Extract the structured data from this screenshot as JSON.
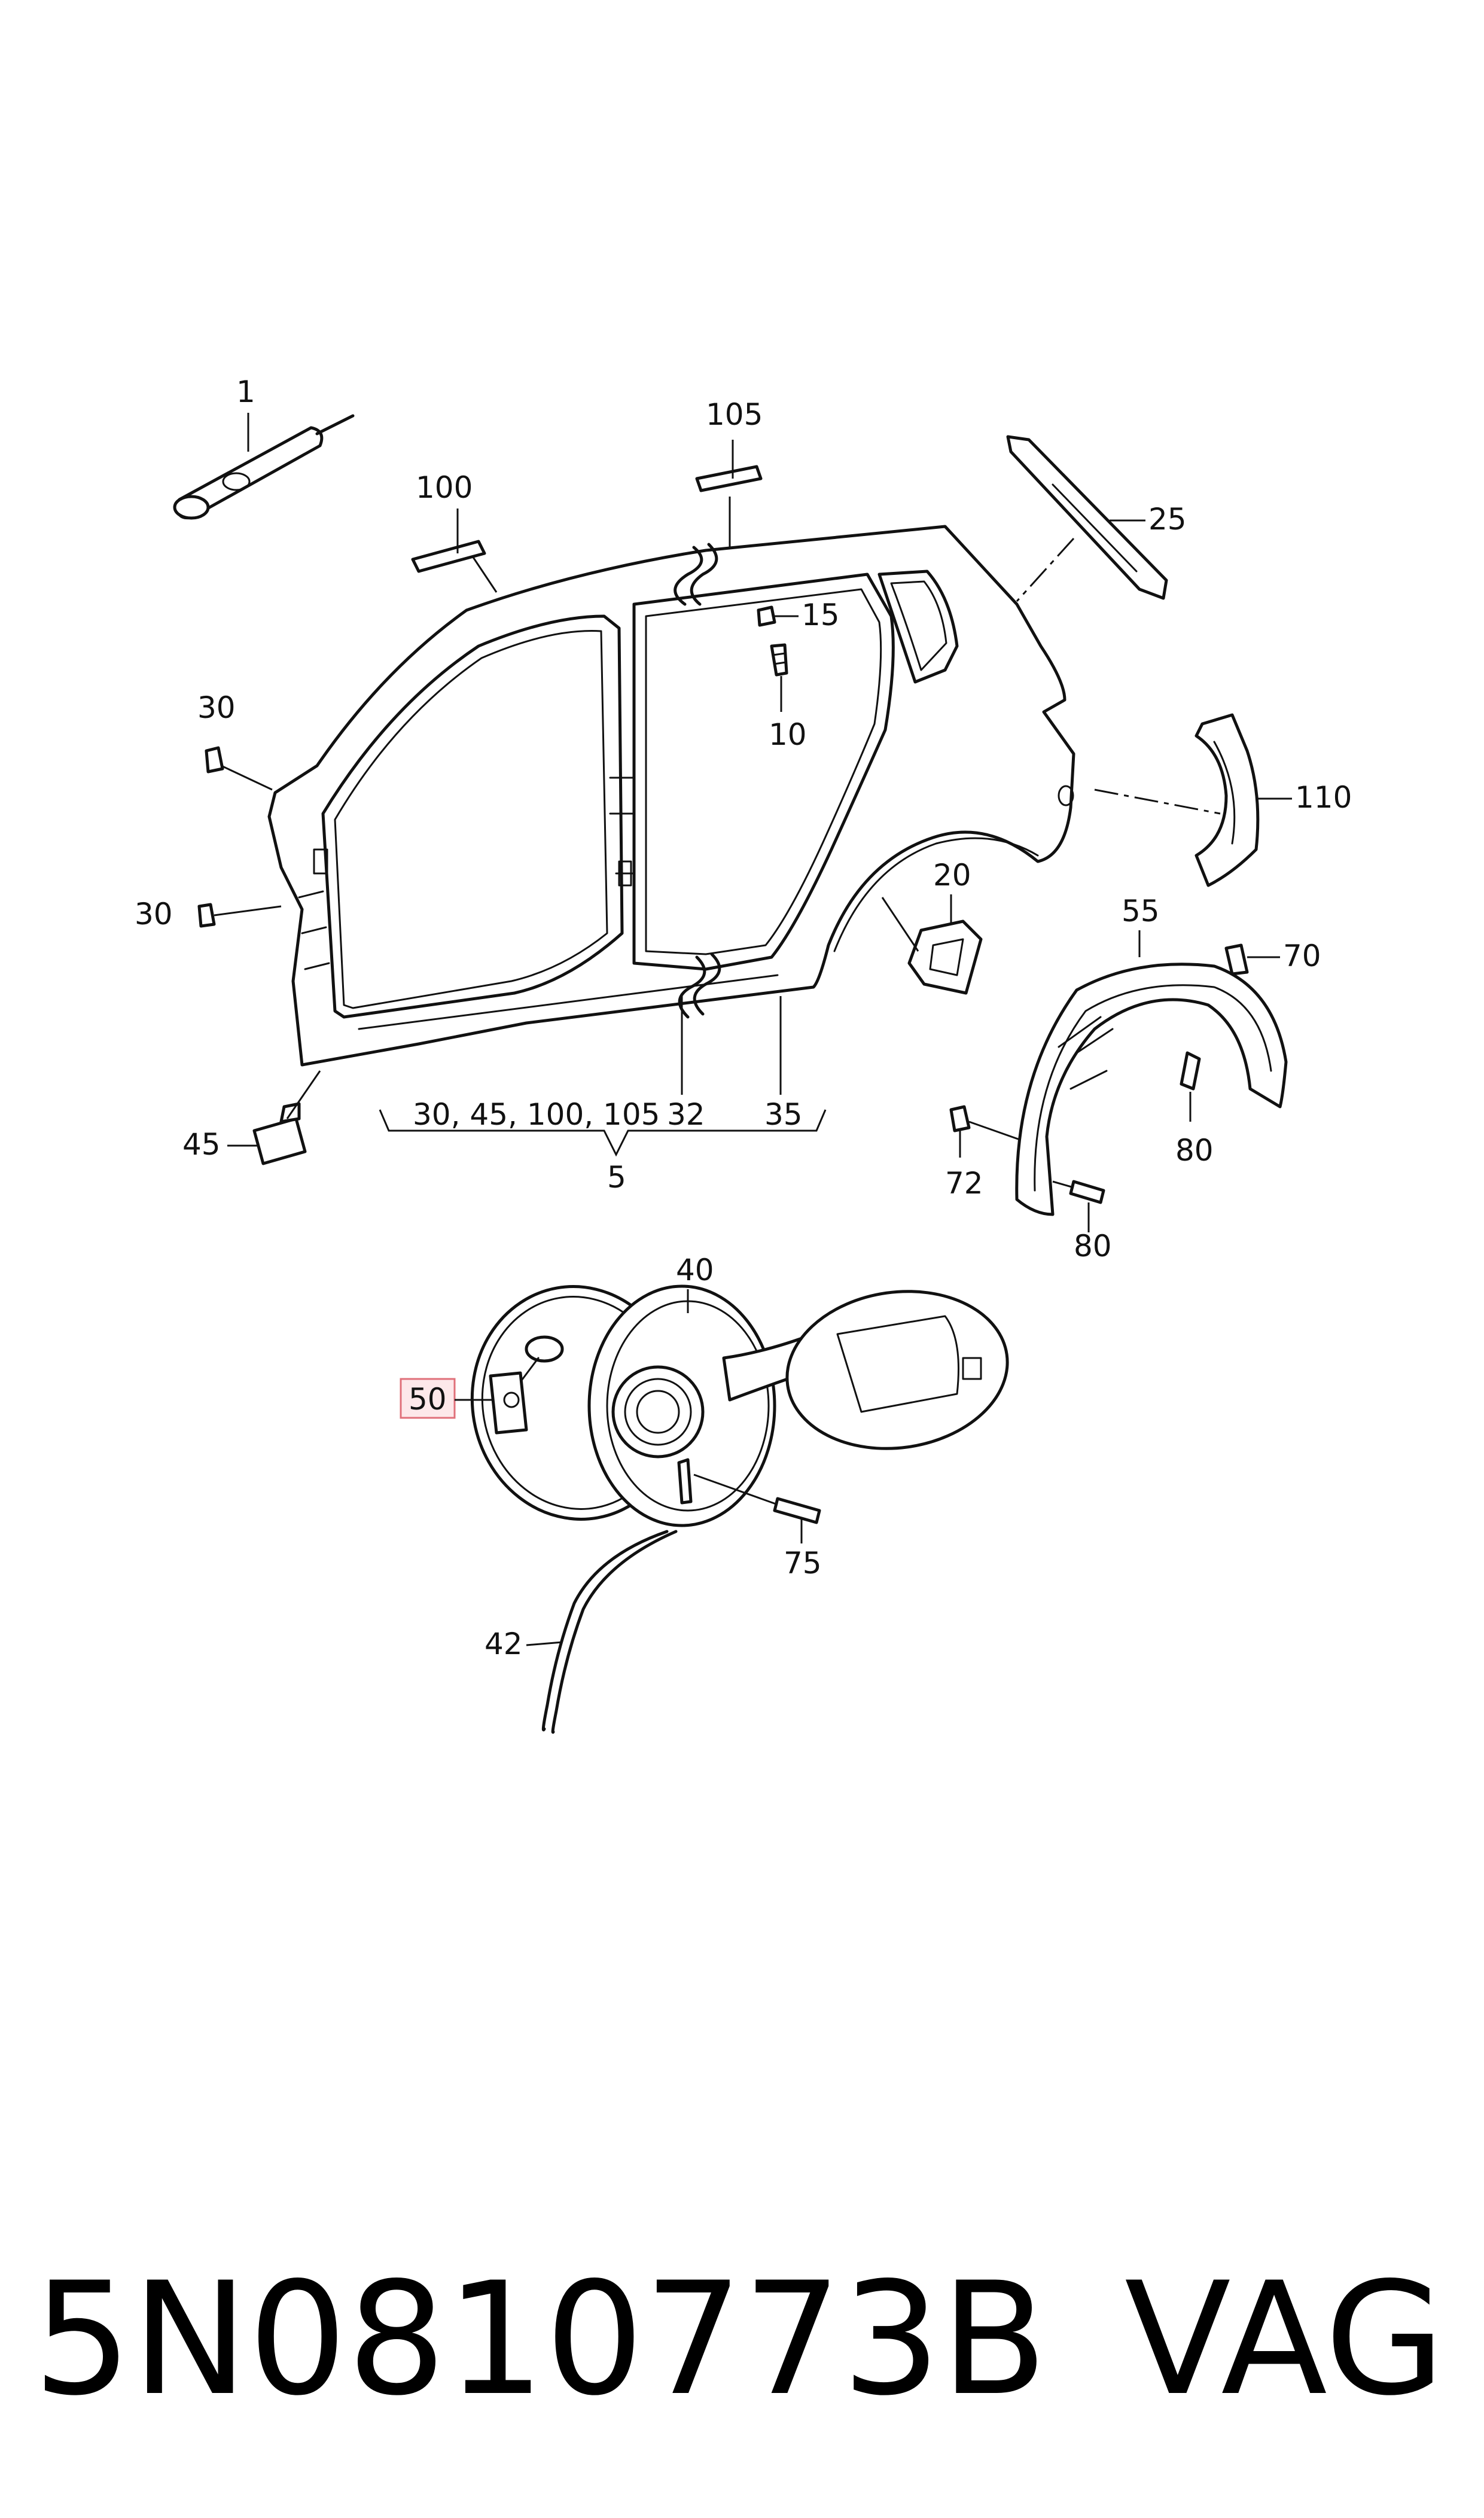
{
  "callouts": {
    "c1": "1",
    "c100": "100",
    "c105": "105",
    "c25": "25",
    "c15": "15",
    "c10": "10",
    "c30a": "30",
    "c30b": "30",
    "c110": "110",
    "c20": "20",
    "c55": "55",
    "c70": "70",
    "c45": "45",
    "c72": "72",
    "c80a": "80",
    "c80b": "80",
    "c32": "32",
    "c35": "35",
    "group_list": "30, 45, 100, 105",
    "group_num": "5",
    "c40": "40",
    "c50": "50",
    "c75": "75",
    "c42": "42"
  },
  "highlight_color": "#e0707a",
  "footer": {
    "part_number": "5N0810773B",
    "brand": "VAG"
  }
}
